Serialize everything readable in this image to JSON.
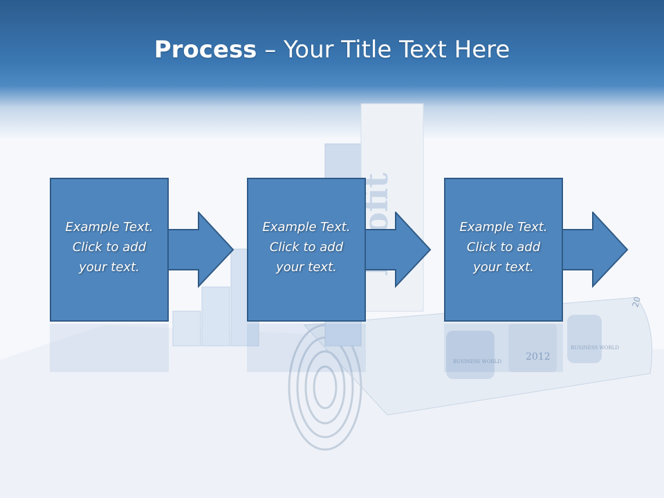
{
  "slide": {
    "title_bold": "Process",
    "title_rest": " – Your Title Text Here",
    "steps": [
      {
        "line1": "Example Text.",
        "line2": "Click  to add",
        "line3": "your text."
      },
      {
        "line1": "Example Text.",
        "line2": "Click  to add",
        "line3": "your text."
      },
      {
        "line1": "Example Text.",
        "line2": "Click  to add",
        "line3": "your text."
      }
    ],
    "background_art": {
      "bar_word": "Profit",
      "paper_label_1": "BUSINESS WORLD",
      "paper_label_2": "2012",
      "paper_label_3": "BUSINESS WORLD",
      "paper_label_4": "20"
    },
    "colors": {
      "header_top": "#2c5c8e",
      "box_fill": "#4f86bd",
      "box_border": "#2f5a86",
      "text": "#ffffff"
    }
  }
}
